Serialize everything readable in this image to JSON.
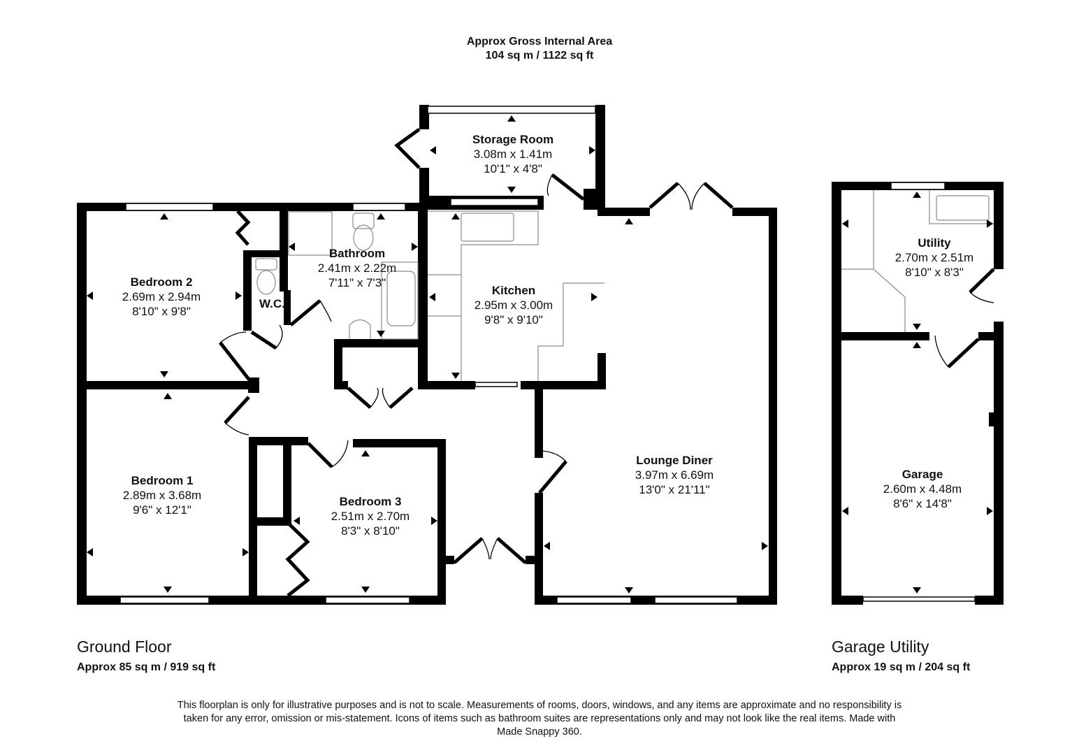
{
  "header": {
    "title": "Approx Gross Internal Area",
    "total_area": "104 sq m / 1122 sq ft"
  },
  "floors": [
    {
      "name": "Ground Floor",
      "area": "Approx 85 sq m / 919 sq ft"
    },
    {
      "name": "Garage Utility",
      "area": "Approx 19 sq m / 204 sq ft"
    }
  ],
  "rooms": {
    "storage": {
      "name": "Storage Room",
      "metric": "3.08m x 1.41m",
      "imperial": "10'1\" x 4'8\""
    },
    "bathroom": {
      "name": "Bathroom",
      "metric": "2.41m x 2.22m",
      "imperial": "7'11\" x 7'3\""
    },
    "bedroom2": {
      "name": "Bedroom 2",
      "metric": "2.69m x 2.94m",
      "imperial": "8'10\" x 9'8\""
    },
    "wc": {
      "name": "W.C."
    },
    "kitchen": {
      "name": "Kitchen",
      "metric": "2.95m x 3.00m",
      "imperial": "9'8\" x 9'10\""
    },
    "bedroom1": {
      "name": "Bedroom 1",
      "metric": "2.89m x 3.68m",
      "imperial": "9'6\" x 12'1\""
    },
    "bedroom3": {
      "name": "Bedroom 3",
      "metric": "2.51m x 2.70m",
      "imperial": "8'3\" x 8'10\""
    },
    "lounge": {
      "name": "Lounge Diner",
      "metric": "3.97m x 6.69m",
      "imperial": "13'0\" x 21'11\""
    },
    "utility": {
      "name": "Utility",
      "metric": "2.70m x 2.51m",
      "imperial": "8'10\" x 8'3\""
    },
    "garage": {
      "name": "Garage",
      "metric": "2.60m x 4.48m",
      "imperial": "8'6\" x 14'8\""
    }
  },
  "disclaimer": "This floorplan is only for illustrative purposes and is not to scale. Measurements of rooms, doors, windows, and any items are approximate and no responsibility is taken for any error, omission or mis-statement. Icons of items such as bathroom suites are representations only and may not look like the real items. Made with Made Snappy 360.",
  "colors": {
    "wall": "#000000",
    "fixture": "#8a8a8a",
    "background": "#ffffff"
  }
}
